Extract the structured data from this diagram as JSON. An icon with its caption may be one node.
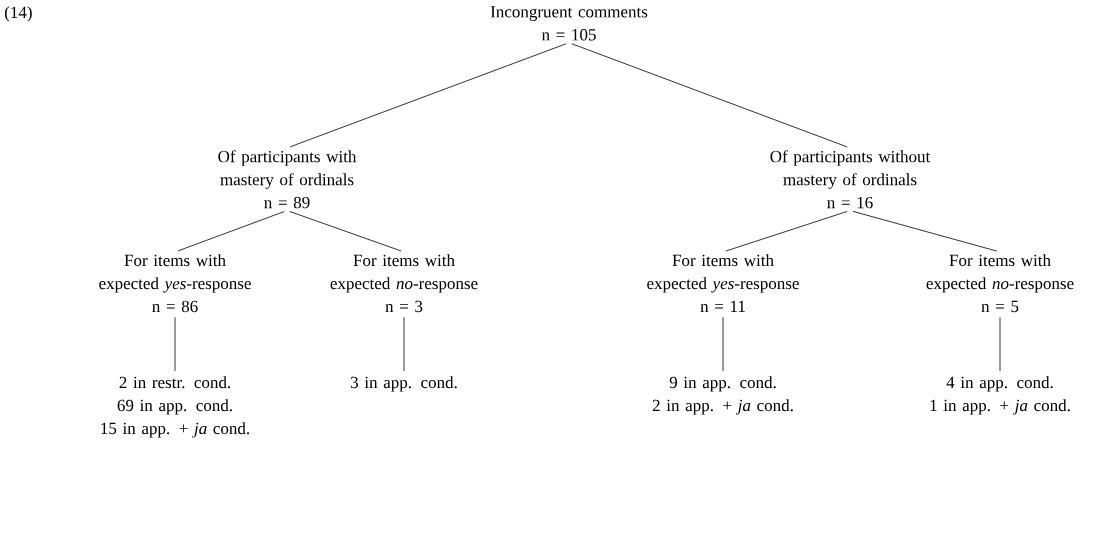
{
  "diagram": {
    "nodes": [
      {
        "text": [
          "Incongruent comments",
          "n = 105"
        ]
      },
      {
        "text": [
          "Of participants with mastery of ordinals",
          "n = 89"
        ]
      },
      {
        "text": [
          "Of participants without mastery of ordinals",
          "n = 16"
        ]
      },
      {
        "text": [
          "For items with expected *yes*-response",
          "n = 86"
        ]
      },
      {
        "text": [
          "For items with expected *no*-response",
          "n = 3"
        ]
      },
      {
        "text": [
          "For items with expected *yes*-response",
          "n = 11"
        ]
      },
      {
        "text": [
          "For items with expected *no*-response",
          "n = 5"
        ]
      },
      {
        "text": [
          "2 in restr. cond.",
          "69 in app. cond.",
          "15 in app. + *ja* cond."
        ]
      },
      {
        "text": [
          "3 in app. cond."
        ]
      },
      {
        "text": [
          "9 in app. cond.",
          "2 in app. + *ja* cond."
        ]
      },
      {
        "text": [
          "4 in app. cond.",
          "1 in app. + *ja* cond."
        ]
      }
    ],
    "edges": [
      {
        "from": 0,
        "to": 1,
        "arrow": "none"
      },
      {
        "from": 0,
        "to": 2,
        "arrow": "none"
      },
      {
        "from": 1,
        "to": 3,
        "arrow": "none"
      },
      {
        "from": 1,
        "to": 4,
        "arrow": "none"
      },
      {
        "from": 2,
        "to": 5,
        "arrow": "none"
      },
      {
        "from": 2,
        "to": 6,
        "arrow": "none"
      },
      {
        "from": 3,
        "to": 7,
        "arrow": "none"
      },
      {
        "from": 4,
        "to": 8,
        "arrow": "none"
      },
      {
        "from": 5,
        "to": 9,
        "arrow": "none"
      },
      {
        "from": 6,
        "to": 10,
        "arrow": "none"
      }
    ],
    "labels": [
      "(14)"
    ]
  }
}
